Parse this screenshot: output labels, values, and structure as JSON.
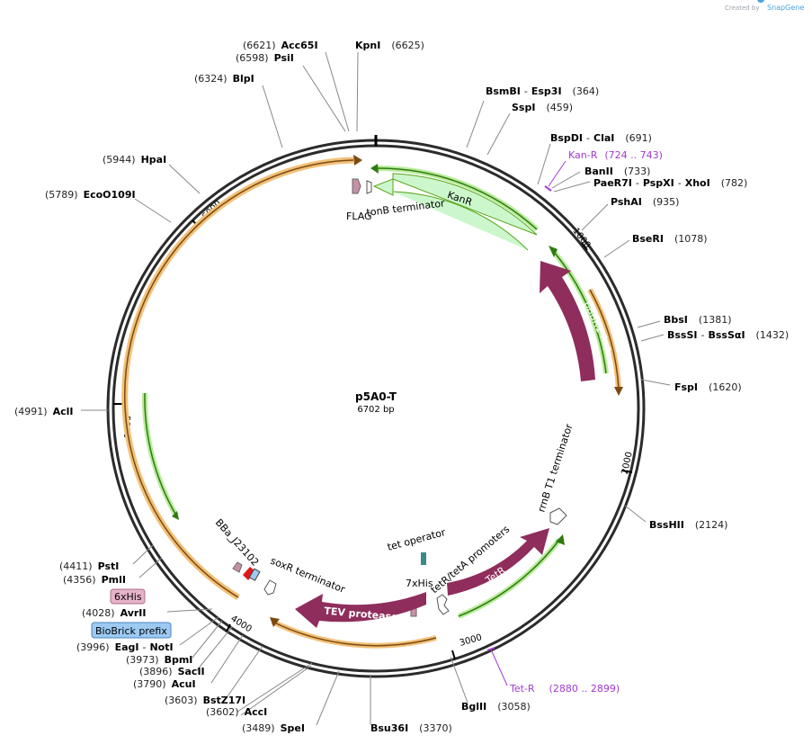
{
  "credit": {
    "created_by": "Created by",
    "brand": "SnapGene"
  },
  "plasmid": {
    "name": "p5A0-T",
    "length_label": "6702 bp",
    "length_bp": 6702
  },
  "ticks": [
    "1000",
    "2000",
    "3000",
    "4000",
    "5000",
    "6000"
  ],
  "sites": [
    {
      "pos": "(6621)",
      "name": "Acc65I"
    },
    {
      "pos": "(6625)",
      "name": "KpnI"
    },
    {
      "pos": "(6598)",
      "name": "PsiI"
    },
    {
      "pos": "(6324)",
      "name": "BlpI"
    },
    {
      "pos": "(5944)",
      "name": "HpaI"
    },
    {
      "pos": "(5789)",
      "name": "EcoO109I"
    },
    {
      "pos": "(4991)",
      "name": "AclI"
    },
    {
      "pos": "(4411)",
      "name": "PstI"
    },
    {
      "pos": "(4356)",
      "name": "PmlI"
    },
    {
      "pos": "(4028)",
      "name": "AvrII"
    },
    {
      "pos": "(3996)",
      "name": "EagI",
      "name2": "NotI"
    },
    {
      "pos": "(3973)",
      "name": "BpmI"
    },
    {
      "pos": "(3896)",
      "name": "SacII"
    },
    {
      "pos": "(3790)",
      "name": "AcuI"
    },
    {
      "pos": "(3603)",
      "name": "BstZ17I"
    },
    {
      "pos": "(3602)",
      "name": "AccI"
    },
    {
      "pos": "(3489)",
      "name": "SpeI"
    },
    {
      "pos": "(3370)",
      "name": "Bsu36I"
    },
    {
      "pos": "(3058)",
      "name": "BglII"
    },
    {
      "pos": "(2124)",
      "name": "BssHII"
    },
    {
      "pos": "(1620)",
      "name": "FspI"
    },
    {
      "pos": "(1432)",
      "name": "BssSI",
      "name2": "BssSαI"
    },
    {
      "pos": "(1381)",
      "name": "BbsI"
    },
    {
      "pos": "(1078)",
      "name": "BseRI"
    },
    {
      "pos": "(935)",
      "name": "PshAI"
    },
    {
      "pos": "(782)",
      "name": "PaeR7I",
      "name2": "PspXI",
      "name3": "XhoI"
    },
    {
      "pos": "(733)",
      "name": "BanII"
    },
    {
      "pos": "(691)",
      "name": "BspDI",
      "name2": "ClaI"
    },
    {
      "pos": "(459)",
      "name": "SspI"
    },
    {
      "pos": "(364)",
      "name": "BsmBI",
      "name2": "Esp3I"
    }
  ],
  "primers": [
    {
      "name": "Kan-R",
      "range": "(724 .. 743)"
    },
    {
      "name": "Tet-R",
      "range": "(2880 .. 2899)"
    }
  ],
  "features": {
    "kanr": "KanR",
    "tonb": "tonB terminator",
    "flag": "FLAG",
    "pbbr1": "pBBR1 Rep",
    "rrnb": "rrnB T1 terminator",
    "tetr": "TetR",
    "tetr_promoters": "tetR/tetA promoters",
    "tet_operator": "tet operator",
    "his7": "7xHis",
    "tev": "TEV protease",
    "soxr": "soxR terminator",
    "bba": "BBa_J23102",
    "his6": "6xHis",
    "biobrick": "BioBrick prefix"
  },
  "colors": {
    "backbone": "#2b2b2b",
    "feature_cds": "#8f2d5c",
    "kanr_fill": "#ccf7cc",
    "orf_orange": "#f2c078",
    "orf_green": "#5aa61c",
    "primer": "#a23ad0",
    "his6_box": "#e6b3c9",
    "biobrick_box": "#9ccaf2"
  }
}
